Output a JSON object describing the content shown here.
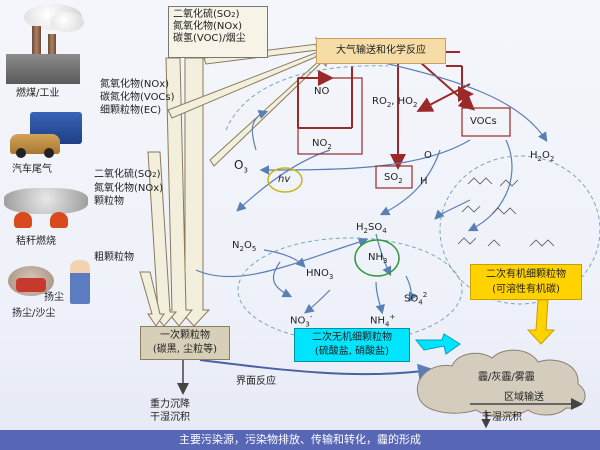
{
  "sources": {
    "industry": "燃煤/工业",
    "vehicle": "汽车尾气",
    "straw": "秸秆燃烧",
    "dust": "扬尘",
    "dust_sand": "扬尘/沙尘"
  },
  "emissions": {
    "industry": [
      "二氧化硫(SO",
      "氮氧化物(NOx)",
      "碳氢(VOC)/烟尘"
    ],
    "vehicle": [
      "氮氧化物(NOx)",
      "碳氮化物(VOCs)",
      "细颗粒物(EC)"
    ],
    "straw": [
      "二氧化硫(SO",
      "氮氧化物(NOx)",
      "颗粒物"
    ],
    "dust": "粗颗粒物"
  },
  "sub2": "2",
  "transport": "大气输送和化学反应",
  "species": {
    "no": "NO",
    "no2": "NO",
    "ro2ho2": "RO",
    "ho2": ", HO",
    "vocs": "VOCs",
    "so2": "SO",
    "o": "O",
    "h": "H",
    "h2o2": "H",
    "o3": "O",
    "hv": "hv",
    "n2o5": "N",
    "h2so4": "H",
    "hno3": "HNO",
    "nh3": "NH",
    "so4": "SO",
    "no3": "NO",
    "nh4": "NH"
  },
  "primary": [
    "一次颗粒物",
    "(碳黑, 尘粒等)"
  ],
  "secondary_inorganic": [
    "二次无机细颗粒物",
    "(硫酸盐, 硝酸盐)"
  ],
  "secondary_organic": [
    "二次有机细颗粒物",
    "(可溶性有机碳)"
  ],
  "haze": "霾/灰霾/雾霾",
  "regional": "区域输送",
  "wet_dry": "干湿沉积",
  "gravity": [
    "重力沉降",
    "干湿沉积"
  ],
  "interface": "界面反应",
  "footer": "主要污染源，污染物排放、传输和转化，霾的形成",
  "colors": {
    "accent_red": "#9a2a2a",
    "box_orange": "#f6dca6",
    "cyan": "#00e5ff",
    "yellow": "#ffd200",
    "footer": "#5866b6"
  }
}
